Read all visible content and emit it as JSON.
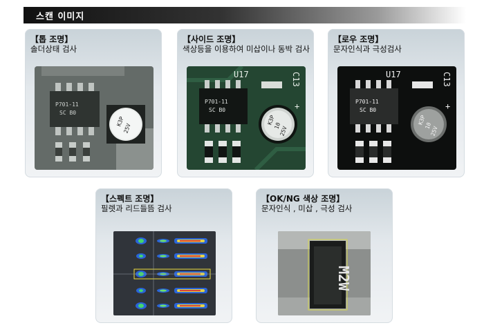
{
  "header": {
    "title": "스캔 이미지"
  },
  "cards": [
    {
      "title": "【톱 조명】",
      "desc": "솔더상태 검사",
      "chip": {
        "line1": "P701-11",
        "line2": "SC B0"
      },
      "cap": {
        "line1": "K3P",
        "line2": "25V"
      }
    },
    {
      "title": "【사이드 조명】",
      "desc": "색상등을 이용하여 미삽이나 동박 검사",
      "chip": {
        "line1": "P701-11",
        "line2": "SC B0"
      },
      "cap": {
        "line1": "K3P",
        "line2": "10",
        "line3": "25V"
      },
      "labels": {
        "u17": "U17",
        "c13": "C13",
        "plus": "+"
      }
    },
    {
      "title": "【로우 조명】",
      "desc": "문자인식과 극성검사",
      "chip": {
        "line1": "P701-11",
        "line2": "SC B0"
      },
      "cap": {
        "line1": "K3P",
        "line2": "10",
        "line3": "25V"
      },
      "labels": {
        "u17": "U17",
        "c13": "C13",
        "plus": "+"
      }
    },
    {
      "title": "【스펙트 조명】",
      "desc": "필렛과 리드들뜸 검사"
    },
    {
      "title": "【OK/NG 색상 조명】",
      "desc": "문자인식 , 미삽 , 극성 검사",
      "chip": {
        "text": "M2W"
      }
    }
  ]
}
